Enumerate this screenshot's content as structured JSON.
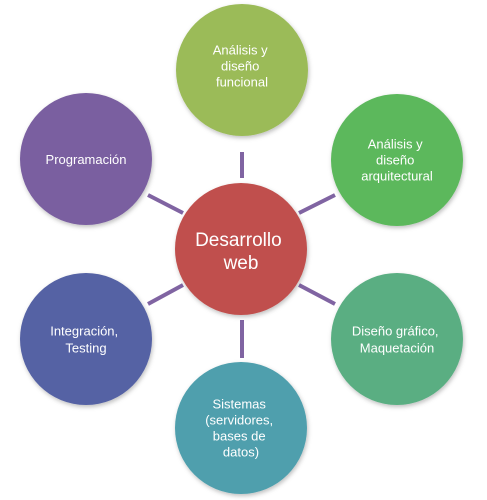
{
  "center": {
    "lines": [
      "Desarrollo",
      "web"
    ],
    "color": "#c0504d"
  },
  "nodes": [
    {
      "id": "analisis-funcional",
      "lines": [
        "Análisis y",
        "diseño",
        "funcional"
      ],
      "color": "#9bbb59"
    },
    {
      "id": "analisis-arquitectural",
      "lines": [
        "Análisis y",
        "diseño",
        "arquitectural"
      ],
      "color": "#5cb85c"
    },
    {
      "id": "diseno-grafico",
      "lines": [
        "Diseño gráfico,",
        "Maquetación"
      ],
      "color": "#5aae82"
    },
    {
      "id": "sistemas",
      "lines": [
        "Sistemas",
        "(servidores,",
        "bases de",
        "datos)"
      ],
      "color": "#4f9fad"
    },
    {
      "id": "integracion-testing",
      "lines": [
        "Integración,",
        "Testing"
      ],
      "color": "#5562a4"
    },
    {
      "id": "programacion",
      "lines": [
        "Programación"
      ],
      "color": "#7a5fa0"
    }
  ],
  "connector_color": "#8064a2"
}
